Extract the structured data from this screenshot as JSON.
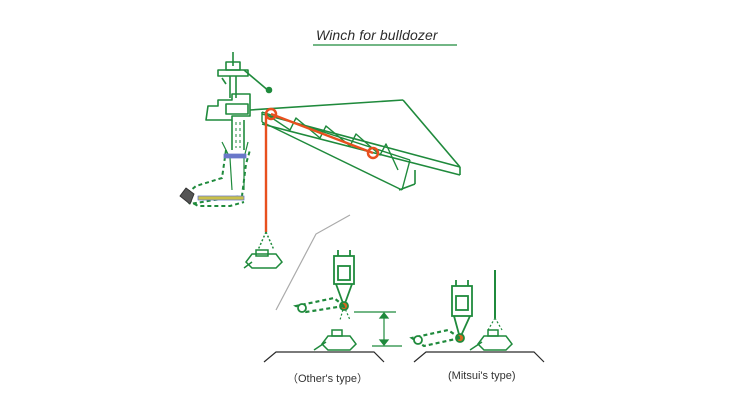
{
  "title": "Winch for bulldozer",
  "captions": {
    "others": "（Other's type）",
    "mitsui": "(Mitsui's type)"
  },
  "colors": {
    "structure": "#1f8a3c",
    "cable": "#e8501e",
    "sheave": "#d9691e",
    "leader": "#aaaaaa",
    "ground": "#2a2a2a"
  }
}
